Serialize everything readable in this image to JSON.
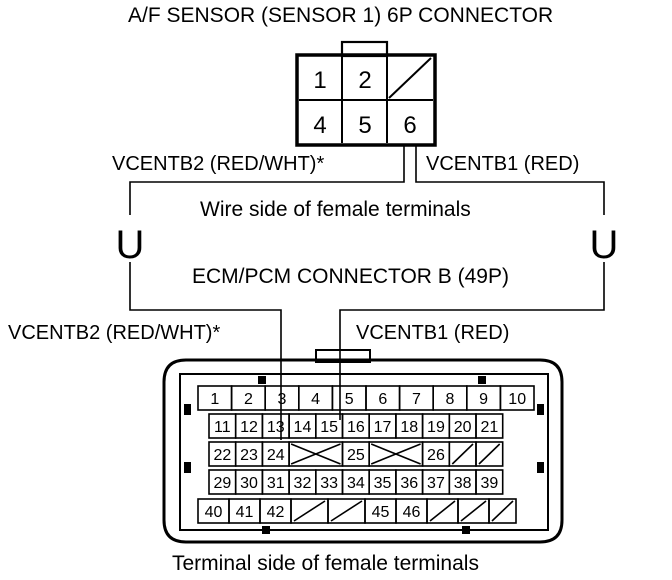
{
  "title": "A/F SENSOR (SENSOR 1) 6P CONNECTOR",
  "sensor_connector": {
    "row1": [
      "1",
      "2",
      ""
    ],
    "row2": [
      "4",
      "5",
      "6"
    ]
  },
  "labels": {
    "vcentb2_top": "VCENTB2 (RED/WHT)*",
    "vcentb1_top": "VCENTB1 (RED)",
    "wire_side": "Wire side of female terminals",
    "ecm_connector": "ECM/PCM CONNECTOR B (49P)",
    "vcentb2_bottom": "VCENTB2 (RED/WHT)*",
    "vcentb1_bottom": "VCENTB1 (RED)",
    "terminal_side": "Terminal side of female terminals"
  },
  "symbols": {
    "left": "U",
    "right": "U"
  },
  "ecm_pins": {
    "row1": [
      "1",
      "2",
      "3",
      "4",
      "5",
      "6",
      "7",
      "8",
      "9",
      "10"
    ],
    "row2": [
      "11",
      "12",
      "13",
      "14",
      "15",
      "16",
      "17",
      "18",
      "19",
      "20",
      "21"
    ],
    "row3": [
      "22",
      "23",
      "24",
      "",
      "25",
      "",
      "26"
    ],
    "row4": [
      "29",
      "30",
      "31",
      "32",
      "33",
      "34",
      "35",
      "36",
      "37",
      "38",
      "39"
    ],
    "row5": [
      "40",
      "41",
      "42",
      "",
      "45",
      "46"
    ]
  }
}
